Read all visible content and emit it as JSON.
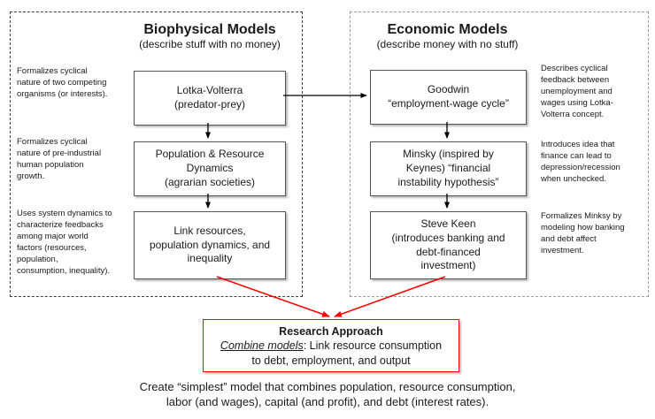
{
  "colors": {
    "accent_red": "#ff0000"
  },
  "left_panel": {
    "title": "Biophysical Models",
    "subtitle": "(describe stuff with no money)",
    "boxes": [
      {
        "label": "Lotka-Volterra\n(predator-prey)"
      },
      {
        "label": "Population & Resource\nDynamics\n(agrarian societies)"
      },
      {
        "label": "Link resources,\npopulation dynamics, and\ninequality"
      }
    ],
    "annotations": [
      {
        "text": "Formalizes cyclical\nnature of two competing\norganisms (or interests)."
      },
      {
        "text": "Formalizes cyclical\nnature of pre-industrial\nhuman population\ngrowth."
      },
      {
        "text": "Uses system dynamics to\ncharacterize feedbacks\namong major world\nfactors (resources,\npopulation,\nconsumption, inequality)."
      }
    ]
  },
  "right_panel": {
    "title": "Economic Models",
    "subtitle": "(describe money with no stuff)",
    "boxes": [
      {
        "label": "Goodwin\n“employment-wage cycle”"
      },
      {
        "label": "Minsky (inspired by\nKeynes) “financial\ninstability hypothesis”"
      },
      {
        "label": "Steve Keen\n(introduces banking and\ndebt-financed\ninvestment)"
      }
    ],
    "annotations": [
      {
        "text": "Describes cyclical\nfeedback between\nunemployment and\nwages using Lotka-\nVolterra concept."
      },
      {
        "text": "Introduces idea that\nfinance can lead to\ndepression/recession\nwhen unchecked."
      },
      {
        "text": "Formalizes Minksy by\nmodeling how banking\nand debt affect\ninvestment."
      }
    ]
  },
  "research": {
    "title": "Research Approach",
    "combine_label": "Combine models",
    "combine_rest": ": Link resource consumption",
    "line2": "to debt, employment, and output"
  },
  "caption": {
    "line1": "Create “simplest” model that combines population, resource consumption,",
    "line2": "labor (and wages), capital (and profit), and debt (interest rates)."
  }
}
